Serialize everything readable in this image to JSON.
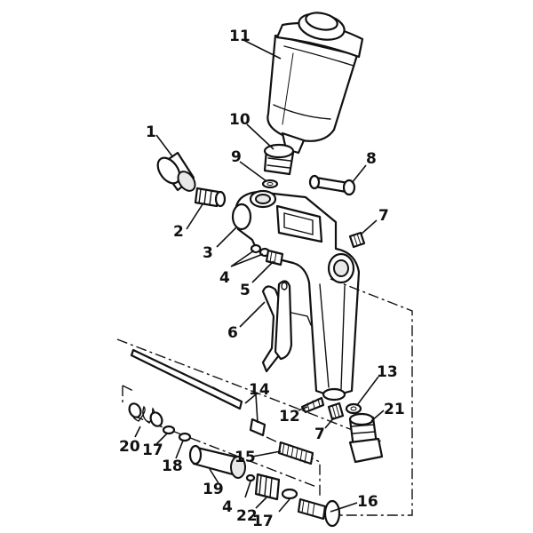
{
  "callouts": [
    {
      "id": "c1",
      "label": "1"
    },
    {
      "id": "c2",
      "label": "2"
    },
    {
      "id": "c3",
      "label": "3"
    },
    {
      "id": "c4a",
      "label": "4"
    },
    {
      "id": "c4b",
      "label": "4"
    },
    {
      "id": "c5",
      "label": "5"
    },
    {
      "id": "c6",
      "label": "6"
    },
    {
      "id": "c7a",
      "label": "7"
    },
    {
      "id": "c7b",
      "label": "7"
    },
    {
      "id": "c8",
      "label": "8"
    },
    {
      "id": "c9",
      "label": "9"
    },
    {
      "id": "c10",
      "label": "10"
    },
    {
      "id": "c11",
      "label": "11"
    },
    {
      "id": "c12",
      "label": "12"
    },
    {
      "id": "c13",
      "label": "13"
    },
    {
      "id": "c14",
      "label": "14"
    },
    {
      "id": "c15",
      "label": "15"
    },
    {
      "id": "c16",
      "label": "16"
    },
    {
      "id": "c17a",
      "label": "17"
    },
    {
      "id": "c17b",
      "label": "17"
    },
    {
      "id": "c18",
      "label": "18"
    },
    {
      "id": "c19",
      "label": "19"
    },
    {
      "id": "c20",
      "label": "20"
    },
    {
      "id": "c21",
      "label": "21"
    },
    {
      "id": "c22",
      "label": "22"
    }
  ]
}
